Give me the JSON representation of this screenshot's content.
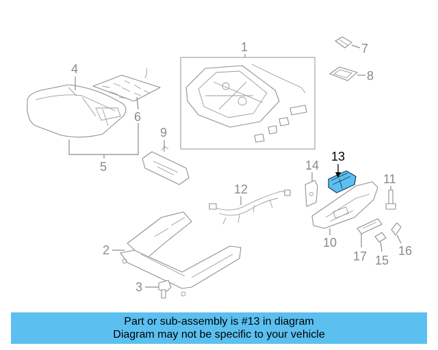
{
  "callouts": [
    {
      "id": "1",
      "label": "1"
    },
    {
      "id": "2",
      "label": "2"
    },
    {
      "id": "3",
      "label": "3"
    },
    {
      "id": "4",
      "label": "4"
    },
    {
      "id": "5",
      "label": "5"
    },
    {
      "id": "6",
      "label": "6"
    },
    {
      "id": "7",
      "label": "7"
    },
    {
      "id": "8",
      "label": "8"
    },
    {
      "id": "9",
      "label": "9"
    },
    {
      "id": "10",
      "label": "10"
    },
    {
      "id": "11",
      "label": "11"
    },
    {
      "id": "12",
      "label": "12"
    },
    {
      "id": "13",
      "label": "13",
      "highlighted": true
    },
    {
      "id": "14",
      "label": "14"
    },
    {
      "id": "15",
      "label": "15"
    },
    {
      "id": "16",
      "label": "16"
    },
    {
      "id": "17",
      "label": "17"
    }
  ],
  "highlight_color": "#5bc0f0",
  "banner": {
    "line1": "Part or sub-assembly is #13 in diagram",
    "line2": "Diagram may not be specific to your vehicle"
  }
}
